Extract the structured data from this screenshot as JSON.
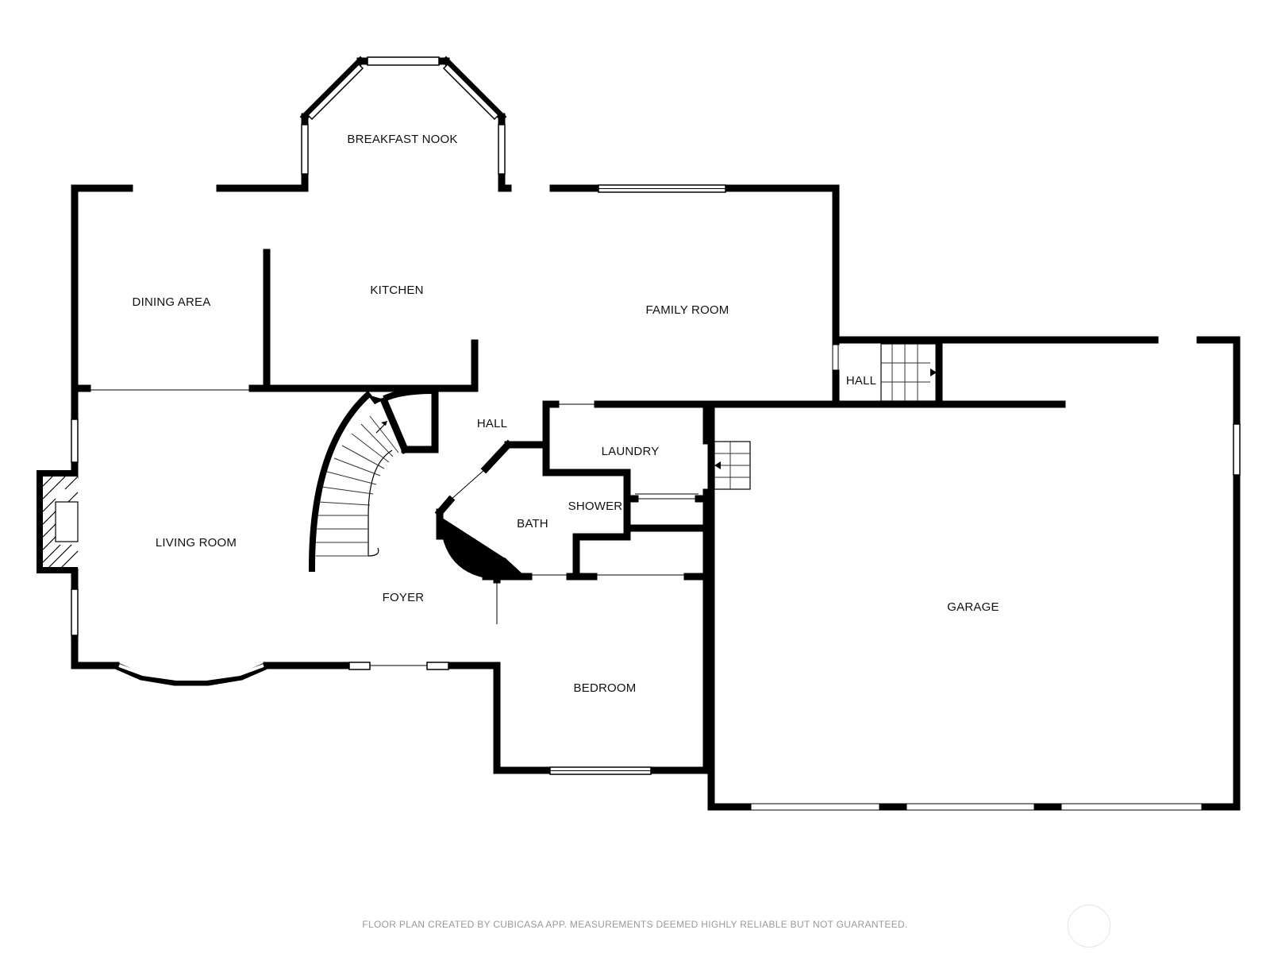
{
  "rooms": {
    "breakfast_nook": "BREAKFAST NOOK",
    "dining_area": "DINING AREA",
    "kitchen": "KITCHEN",
    "family_room": "FAMILY ROOM",
    "hall_upper": "HALL",
    "hall_center": "HALL",
    "laundry": "LAUNDRY",
    "shower": "SHOWER",
    "bath": "BATH",
    "living_room": "LIVING ROOM",
    "foyer": "FOYER",
    "garage": "GARAGE",
    "bedroom": "BEDROOM"
  },
  "footer": {
    "disclaimer": "FLOOR PLAN CREATED BY CUBICASA APP. MEASUREMENTS DEEMED HIGHLY RELIABLE BUT NOT GUARANTEED."
  }
}
